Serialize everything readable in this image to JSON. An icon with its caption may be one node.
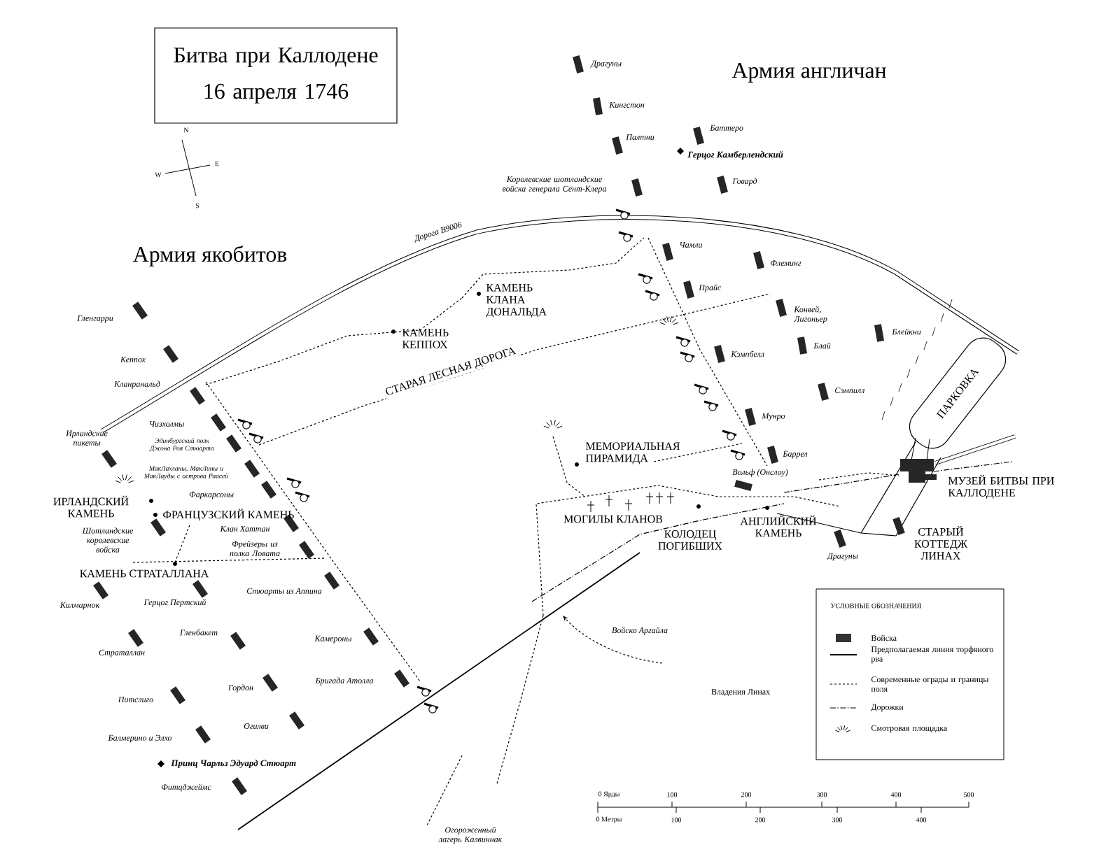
{
  "diagram": {
    "title": "Битва при Каллодене 16 апреля 1746",
    "nodes": [
      {
        "text": [
          "ПАРКОВКА"
        ]
      }
    ],
    "labels": [
      "Армия англичан",
      "Армия якобитов",
      "N",
      "W",
      "E",
      "S",
      "Драгуны",
      "Кингстон",
      "Баттеро",
      "Палтни",
      "Герцог Камберлендский",
      "Королевские шотландские войска генерала Сент-Клера",
      "Говард",
      "Дорога B9006",
      "Чамли",
      "Флеминг",
      "КАМЕНЬ КЛАНА ДОНАЛЬДА",
      "Прайс",
      "Конвей, Лигоньер",
      "Гленгарри",
      "КАМЕНЬ КЕППОХ",
      "Блейкни",
      "Блай",
      "Кэмпбелл",
      "Кеппох",
      "СТАРАЯ ЛЕСНАЯ ДОРОГА",
      "Кланранальд",
      "Сэмпилл",
      "Мунро",
      "Ирландские пикеты",
      "Чизхолмы",
      "Эдинбургский полк Джона Роя Стюарта",
      "МЕМОРИАЛЬНАЯ ПИРАМИДА",
      "Баррел",
      "МакЛахланы, МакЛины и МакЛауды с острова Раасей",
      "Вольф (Онслоу)",
      "Фаркарсоны",
      "ИРЛАНДСКИЙ КАМЕНЬ",
      "МУЗЕЙ БИТВЫ ПРИ КАЛЛОДЕНЕ",
      "ФРАНЦУЗСКИЙ КАМЕНЬ",
      "Шотландские королевские войска",
      "Клан Хаттан",
      "МОГИЛЫ КЛАНОВ",
      "АНГЛИЙСКИЙ КАМЕНЬ",
      "Фрейзеры из полка Ловата",
      "КОЛОДЕЦ ПОГИБШИХ",
      "Драгуны",
      "СТАРЫЙ КОТТЕДЖ ЛИНАХ",
      "КАМЕНЬ СТРАТАЛЛАНА",
      "Стюарты из Аппина",
      "Килмарнок",
      "Герцог Пертский",
      "Гленбакет",
      "Камероны",
      "Войско Аргайла",
      "Страталлан",
      "Бригада Атолла",
      "Гордон",
      "Владения Линах",
      "Питслиго",
      "Огилви",
      "Балмерино и Элхо",
      "Принц Чарльз Эдуард Стюарт",
      "Фитцджеймс",
      "Огороженный лагерь Калвиннак",
      "УСЛОВНЫЕ ОБОЗНАЧЕНИЯ",
      "0 Ярды",
      "100",
      "200",
      "300",
      "400",
      "500",
      "0 Метры",
      "100",
      "200",
      "300",
      "400"
    ],
    "legend": [
      {
        "text": "Войска",
        "color": "#333333"
      },
      {
        "text": "Предполагаемая линия торфяного рва"
      },
      {
        "text": "Современные ограды и границы поля"
      },
      {
        "text": "Дорожки"
      },
      {
        "text": "Смотровая площадка"
      }
    ]
  }
}
